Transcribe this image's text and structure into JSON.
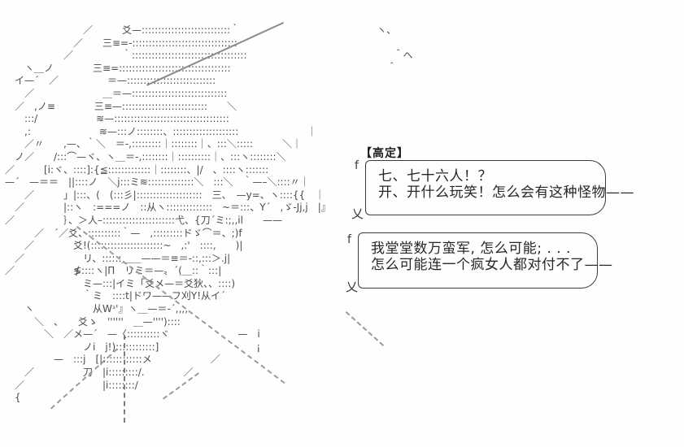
{
  "scene": {
    "speaker_label": "【高定】",
    "bubbles": [
      {
        "tail_top": "f",
        "tail_bottom": "乂",
        "lines": [
          "七、七十六人！？",
          "开、开什么玩笑！怎么会有这种怪物——"
        ]
      },
      {
        "tail_top": "f",
        "tail_bottom": "乂",
        "lines": [
          "我堂堂数万蛮军, 怎么可能; . . .",
          "怎么可能连一个疯女人都对付不了——"
        ]
      }
    ]
  },
  "ascii_art": {
    "lines": [
      "　　　　　　　　／　　　爻—:::::::::::::::::::::::::::｀　　　　　　　　　　　　　　ヽ、",
      "　　　　　　　／　　三≡=-::::::::::::::::::::::::::::::::",
      "　　　　　　／　　　　　｀:::::::::::::::::::::::::::::::::::　　　　　　　　　　　　　　　＾ヘ",
      "　　ヽ＿ノ　　　　三≡=::::::::::::::::::::::::::::::::::　　　　　　　　　　　　　　　　＾",
      "　イ—´　／　　　　　＝—:::::::::::::::::::::::::::",
      "　　／　　　　　　　＿＝—:::::::::::::::::::::::::::::",
      "　／　,ノ≡　　　　三≡—::::::::::::::::::::::::::　　＼",
      "　　:::/　　　　　　≋—:::::::::::::::::::::::::::::::::::",
      "　　,:　　　　　　　≋—:::ノ::::::::、::::::::::::::::::::　　　　　　　｜",
      "　　／〃　　,—、｀＼　＝-,:::::::::｜::::::::｜、:::＼:::::　　　＼｜",
      "　ノ／　　/:::⌒—ヾ、ヽ＿＝-,::::::::｜::::::::::｜、:::ヽ::::::::＼",
      "／　　　[i:ヾ、::::]:{≦:::::::::::::｜::::::::、|/　、::::ヽ:::::::",
      "—´　—＝＝　||::::ノ　＼j:::ミ≋::::::::::::::＼　:::＼　｀—–＼::::〃｜",
      "　　／　　　」|:::、(　(:::彡|::::::::::::::::::::　三、　—y=、ヽ::::{{　｜",
      "　／　　　　|::ヽ　:===ノ　::从ヽ::::::::::::::　~＝:::、Y´　,ゞ-Jj,j　|』",
      "／　　　　　｝、＞人–::::::::::::::::::::::弋、{刀´ミ:;,,il　　——",
      "　　　／　´／爻、::::::::::｀—　,:::::::::ドゞ⌒＝、;)f",
      "　　／　　　　爻!(::::::::::::::::::::::~　,:'　::::,　　)|",
      "　／　　　　　　リ、::::::＿＿——＝≡＝-::,:::＞.j|",
      "／　　　　　　≸::::ヽ|Π　リミ＝—〟´(＿::｀:::|",
      "　　　　　　　　ミ—:::|イミ「爻メ—＝爻狄、、::::)",
      "　　　　　　　　｀ミ　::::t|ドワ——フ刈Y!从イ´",
      "　　ヽ　　　　　　从Wᵌ'』ヽ＿—＝-´,,,,",
      "　　　＼　、　　爻ゝ　''''''　＿—'''')::::",
      "　　　　＼　／メ—´　—〈::::::::::ヾ　　　　　　　—　i",
      "　　　　　　　　ノi　j!)::::::::::::]　　　　　　　　　　¡",
      "　　　　　—　:::j　[|::::::::::::メ　　　　　　／",
      "　　／　　　　　刀　|i:::::::::/.　　　　／",
      "　／　　　　　　　　|i::::::::/",
      "　{"
    ]
  }
}
